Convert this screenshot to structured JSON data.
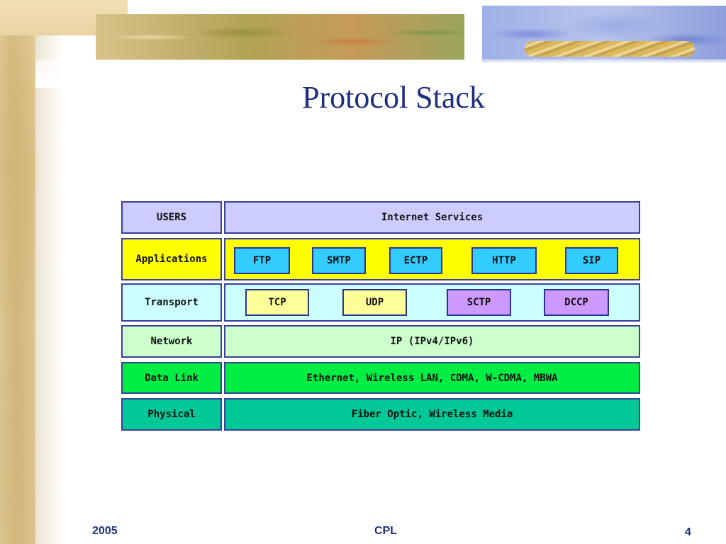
{
  "slide": {
    "title": "Protocol Stack",
    "footer_left": "2005",
    "footer_center": "CPL",
    "page_number": "4"
  },
  "colors": {
    "title": "#1f2d7e",
    "border": "#3a3f9a",
    "users": "#ccccff",
    "applications": "#ffff00",
    "applications_box": "#33ccff",
    "transport": "#ccffff",
    "transport_box_tcp_udp": "#ffff99",
    "transport_box_sctp_dccp": "#cc99ff",
    "network": "#ccffcc",
    "data_link": "#00ee44",
    "physical": "#00c896"
  },
  "stack": {
    "rows": [
      {
        "id": "users",
        "label": "USERS",
        "content": "Internet Services"
      },
      {
        "id": "applications",
        "label": "Applications",
        "boxes": [
          "FTP",
          "SMTP",
          "ECTP",
          "HTTP",
          "SIP"
        ]
      },
      {
        "id": "transport",
        "label": "Transport",
        "boxes": [
          "TCP",
          "UDP",
          "SCTP",
          "DCCP"
        ]
      },
      {
        "id": "network",
        "label": "Network",
        "content": "IP (IPv4/IPv6)"
      },
      {
        "id": "data_link",
        "label": "Data Link",
        "content": "Ethernet, Wireless LAN, CDMA, W-CDMA, MBWA"
      },
      {
        "id": "physical",
        "label": "Physical",
        "content": "Fiber Optic, Wireless Media"
      }
    ]
  }
}
